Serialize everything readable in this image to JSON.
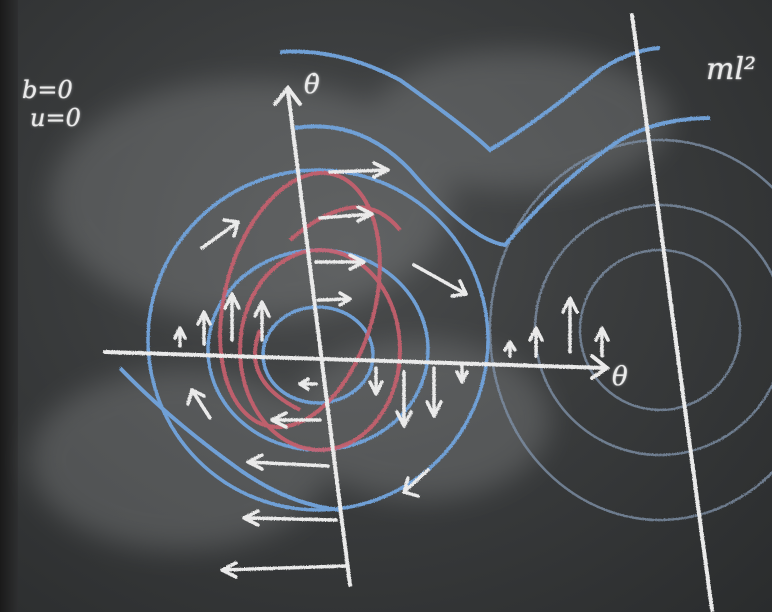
{
  "board": {
    "annotations": {
      "b": "b=0",
      "u": "u=0"
    },
    "top_right_label": "ml²",
    "axes": {
      "vertical_label": "θ̇",
      "horizontal_label": "θ"
    }
  },
  "colors": {
    "board": "#3a3c3d",
    "chalk_white": "#eaeaea",
    "chalk_blue": "#6fa0d6",
    "chalk_red": "#c9606e",
    "chalk_faint_blue": "#7d8fa6"
  },
  "icons": [
    "white-arrow-icon"
  ]
}
